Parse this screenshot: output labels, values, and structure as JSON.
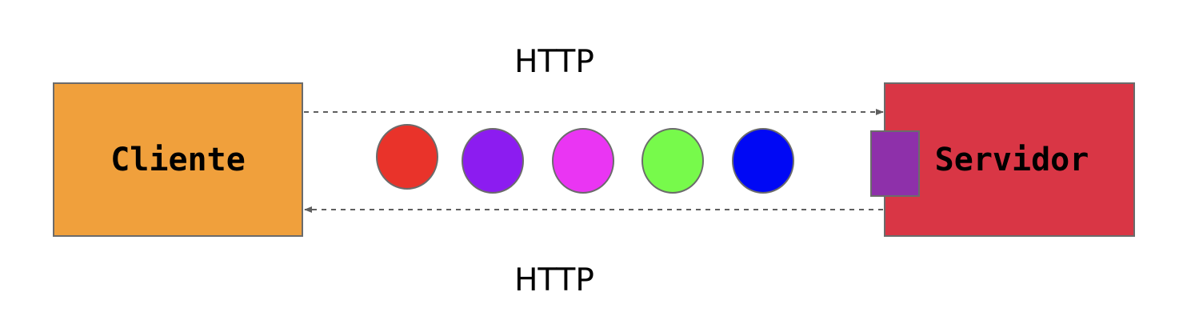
{
  "nodes": {
    "client": {
      "label": "Cliente",
      "color": "#f0a03c"
    },
    "server": {
      "label": "Servidor",
      "color": "#d93645"
    },
    "handler": {
      "color": "#8e30aa"
    }
  },
  "arrows": {
    "request_label": "HTTP",
    "response_label": "HTTP",
    "line_color": "#5f5f5f"
  },
  "packets": [
    {
      "color": "#e9332a"
    },
    {
      "color": "#8c1cf0"
    },
    {
      "color": "#ea35f3"
    },
    {
      "color": "#77fa4b"
    },
    {
      "color": "#0008f5"
    }
  ]
}
